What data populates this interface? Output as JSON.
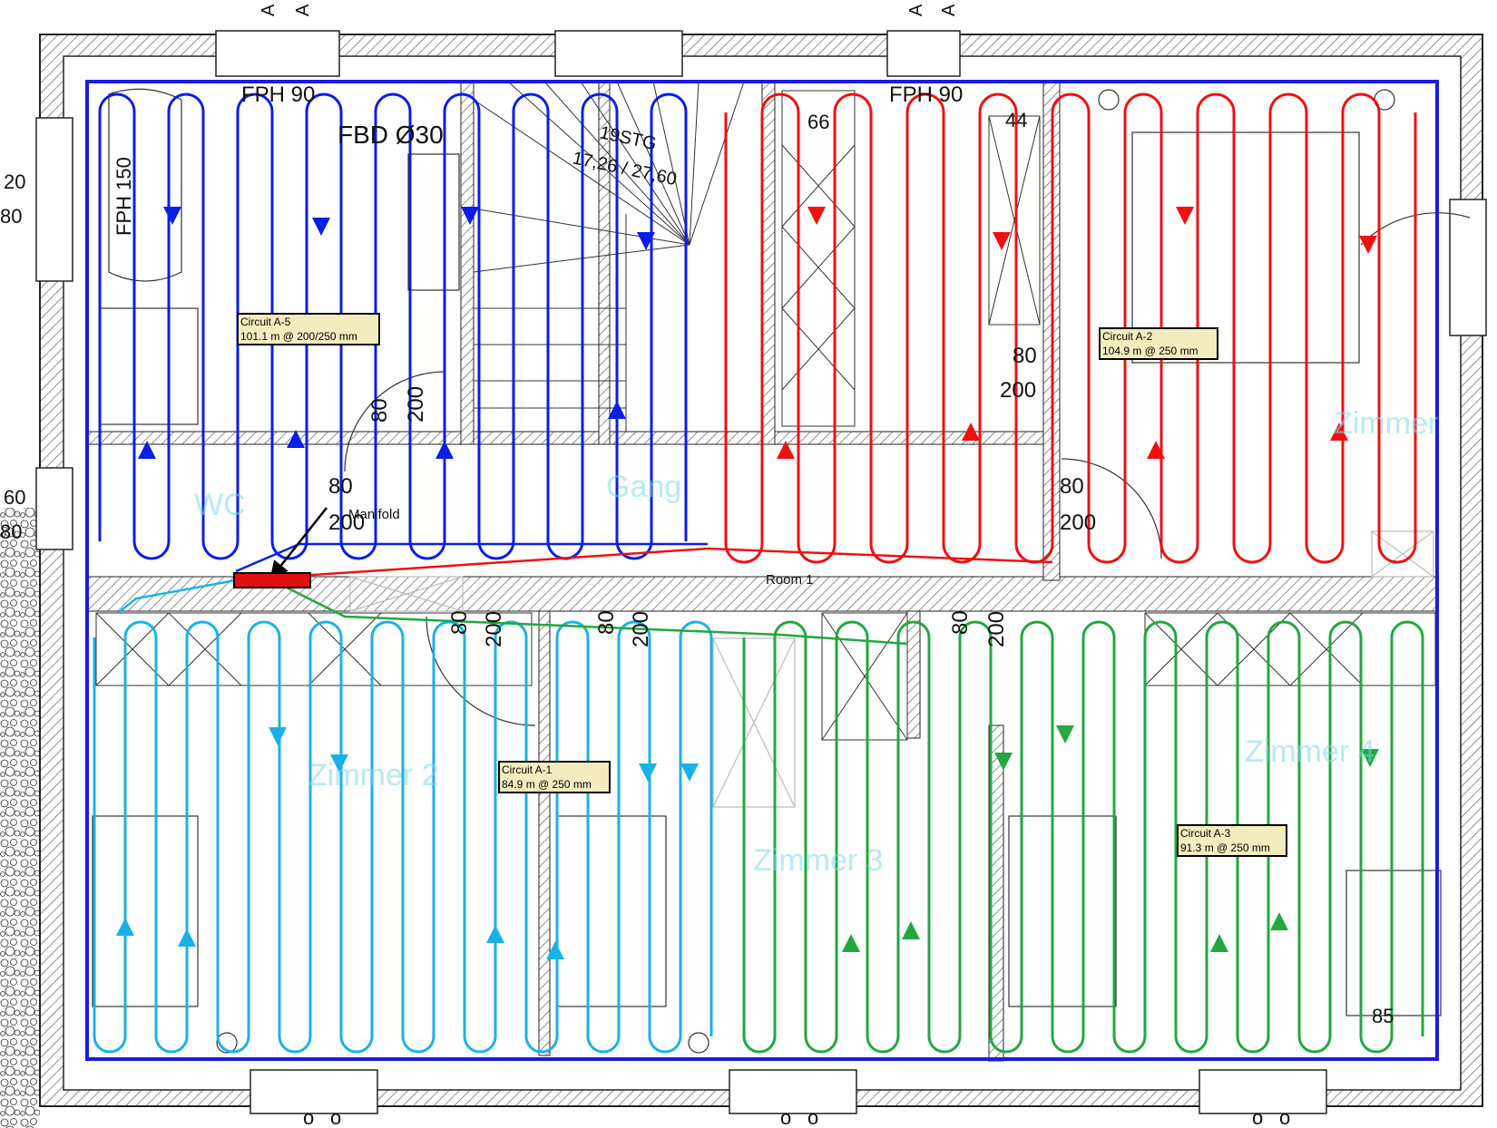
{
  "plan_labels": {
    "fph_left": "FPH 90",
    "fph_right": "FPH 90",
    "fph_vertical": "FPH 150",
    "fbd": "FBD Ø30",
    "stairs": "19STG",
    "stairs_dim": "17,26 / 27,60",
    "manifold": "Manifold",
    "room1": "Room 1",
    "dim_66": "66",
    "dim_44": "44",
    "dim_85": "85",
    "side_20": "20",
    "side_80": "80",
    "side_60": "60",
    "side_80b": "80",
    "dim_80": "80",
    "dim_200": "200",
    "axis_a": "A",
    "axis_o": "o"
  },
  "circuits": [
    {
      "id": "a5",
      "name": "Circuit A-5",
      "spec": "101.1 m @ 200/250 mm",
      "color": "#0a1ee8"
    },
    {
      "id": "a2",
      "name": "Circuit A-2",
      "spec": "104.9 m @ 250 mm",
      "color": "#f01010"
    },
    {
      "id": "a1",
      "name": "Circuit A-1",
      "spec": "84.9 m @ 250 mm",
      "color": "#1ab2e6"
    },
    {
      "id": "a3",
      "name": "Circuit A-3",
      "spec": "91.3 m @ 250 mm",
      "color": "#22a83e"
    }
  ],
  "ghost_labels": [
    "WC",
    "Gang",
    "Zimmer 2",
    "Zimmer 3",
    "Zimmer 4",
    "Zimmer"
  ],
  "colors": {
    "boundary": "#1a1ae6",
    "wall_hatch": "#444444",
    "manifold": "#e01010",
    "label_bg": "#f3ecbf"
  }
}
